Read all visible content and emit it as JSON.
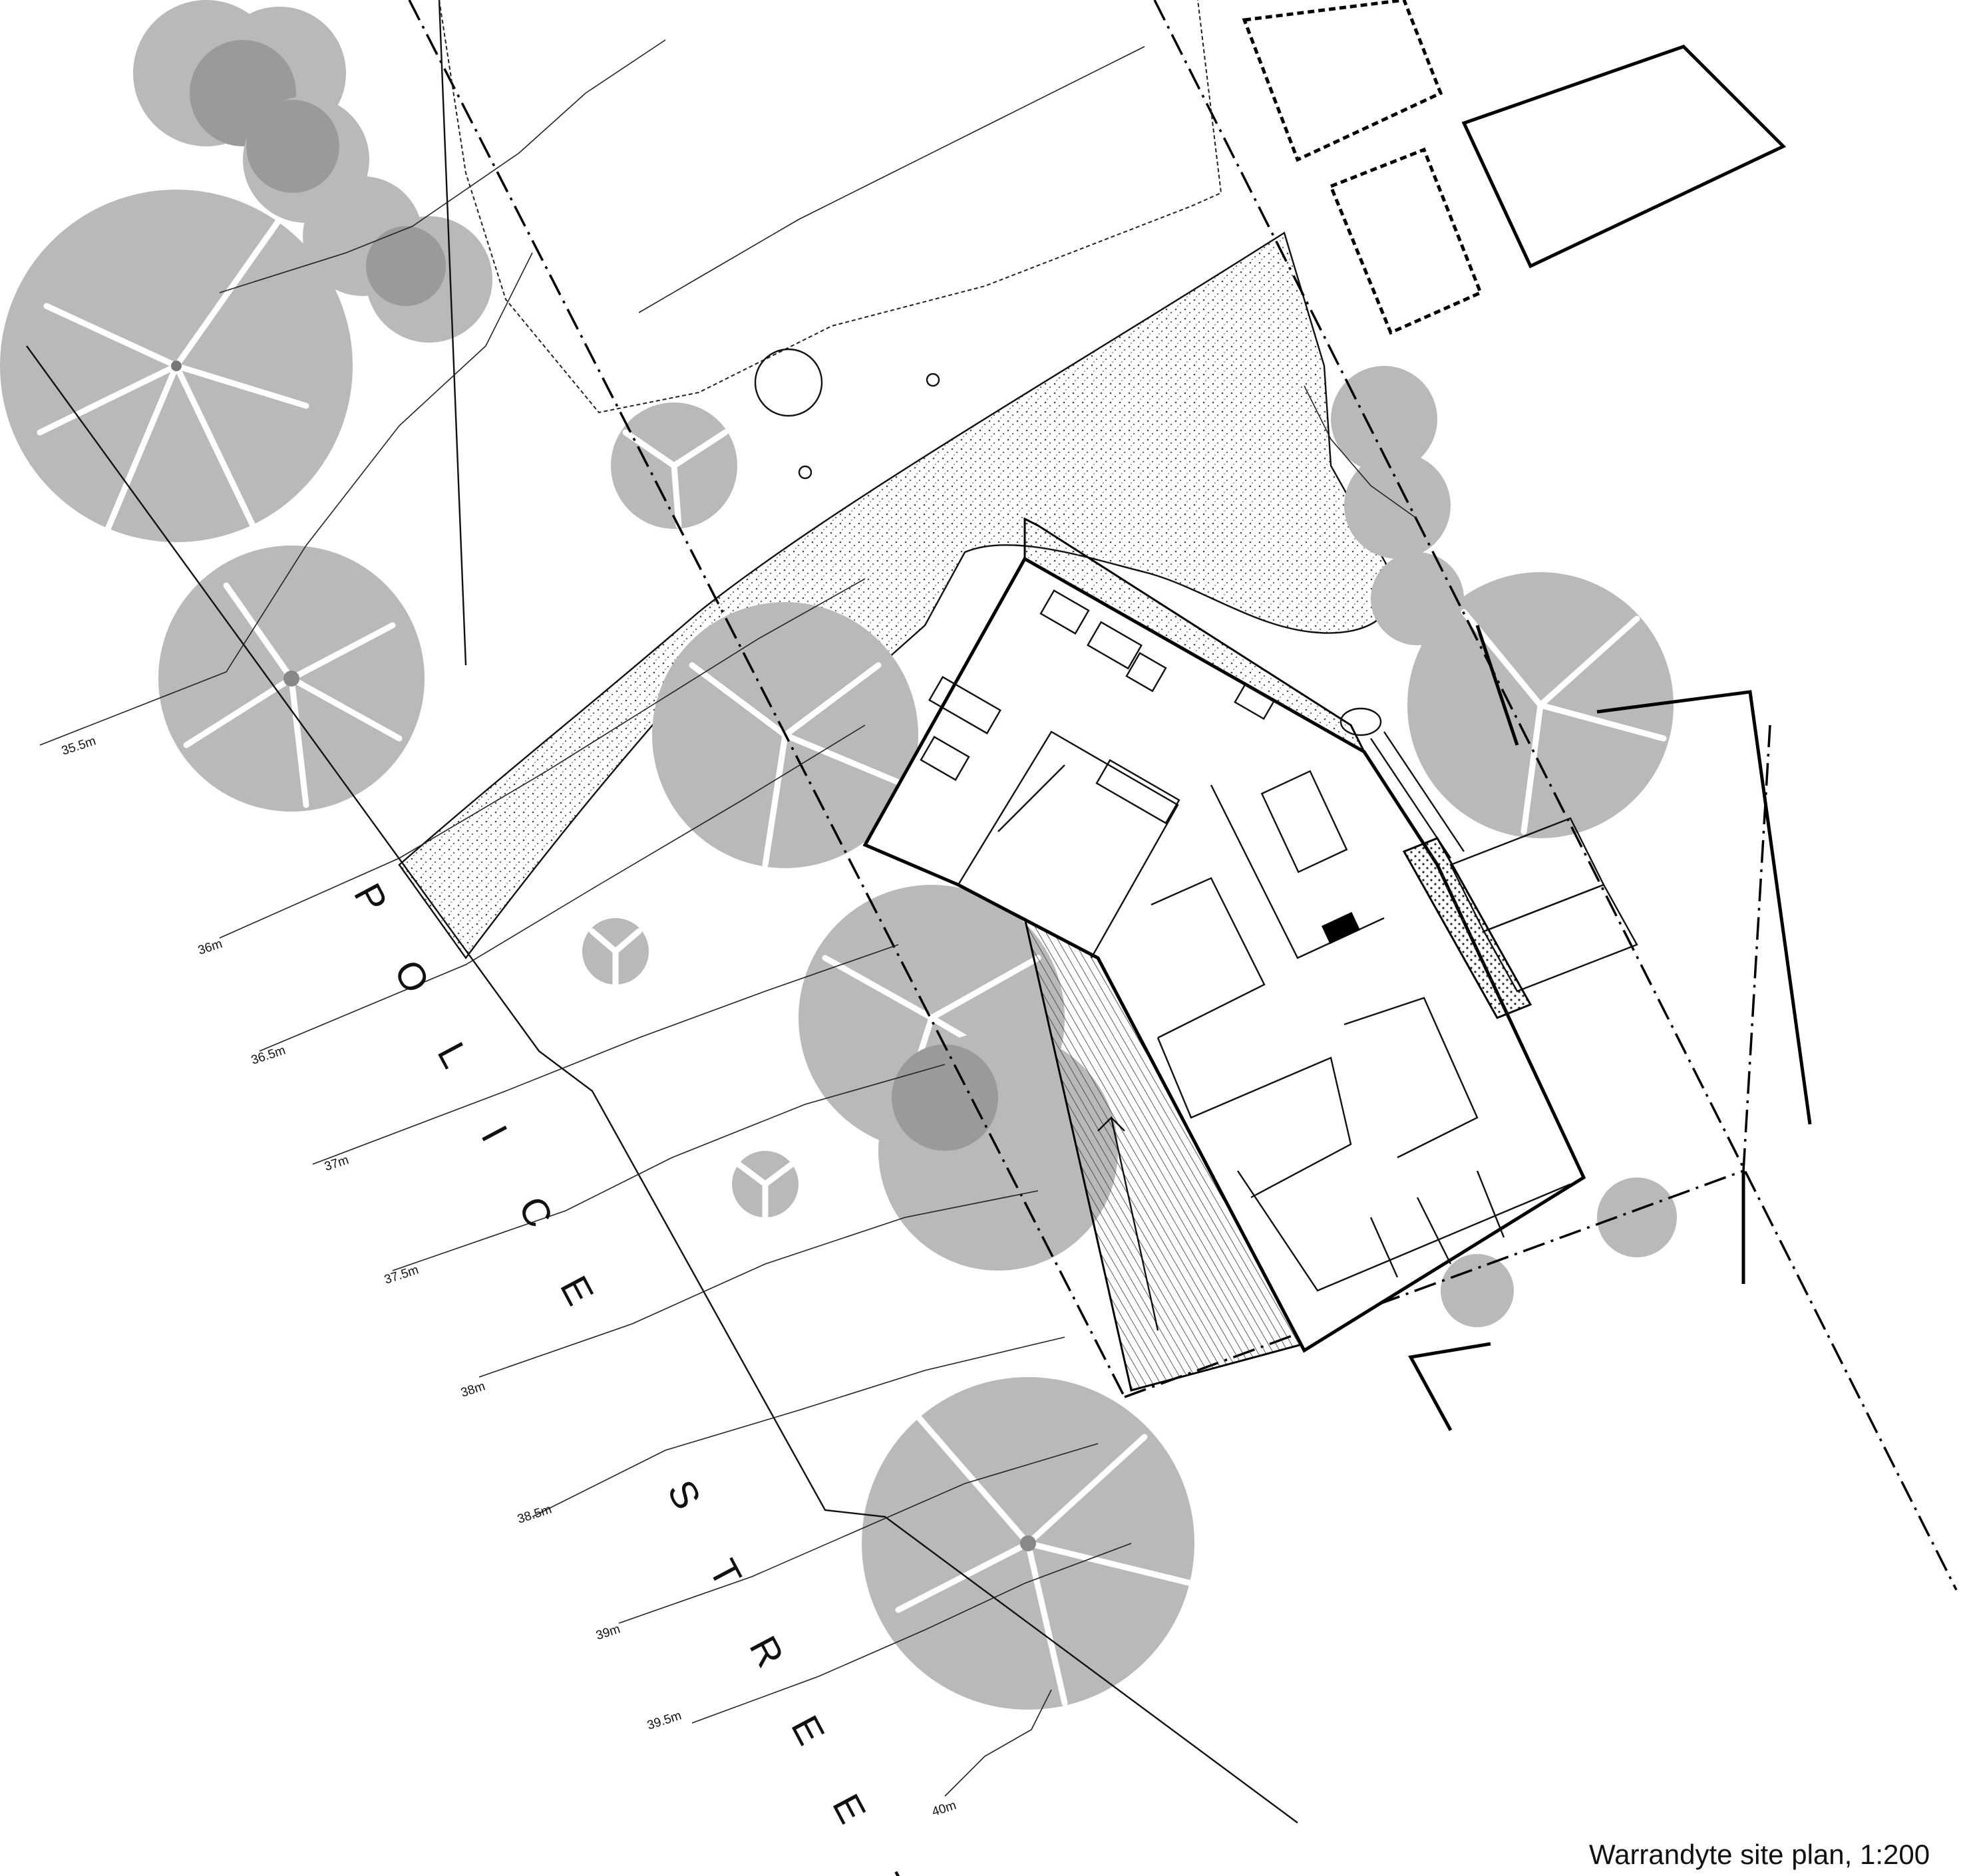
{
  "caption": "Warrandyte site plan, 1:200",
  "street": {
    "name": "POLICE STREET"
  },
  "contours": [
    {
      "label": "35.5m"
    },
    {
      "label": "36m"
    },
    {
      "label": "36.5m"
    },
    {
      "label": "37m"
    },
    {
      "label": "37.5m"
    },
    {
      "label": "38m"
    },
    {
      "label": "38.5m"
    },
    {
      "label": "39m"
    },
    {
      "label": "39.5m"
    },
    {
      "label": "40m"
    }
  ],
  "colors": {
    "tree_canopy": "#b9b9b9",
    "tree_overlap": "#9a9a9a",
    "linework": "#111111",
    "background": "#ffffff"
  }
}
